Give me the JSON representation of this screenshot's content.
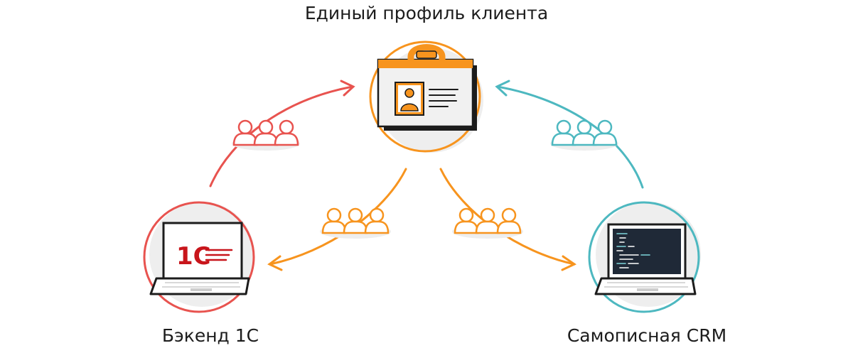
{
  "nodes": {
    "profile": {
      "label": "Единый профиль клиента"
    },
    "backend": {
      "label": "Бэкенд 1С",
      "logo_text": "1С"
    },
    "crm": {
      "label": "Самописная CRM"
    }
  },
  "colors": {
    "orange": "#f7941e",
    "red": "#e8534f",
    "teal": "#4db8c0",
    "ring_shadow": "#eeeeee",
    "laptop_dark": "#1c1c1c",
    "logo_red": "#c8151b"
  },
  "icons": {
    "profile_card": "id-card-icon",
    "backend_laptop": "laptop-1c-icon",
    "crm_laptop": "laptop-code-icon",
    "people": "people-group-icon"
  }
}
